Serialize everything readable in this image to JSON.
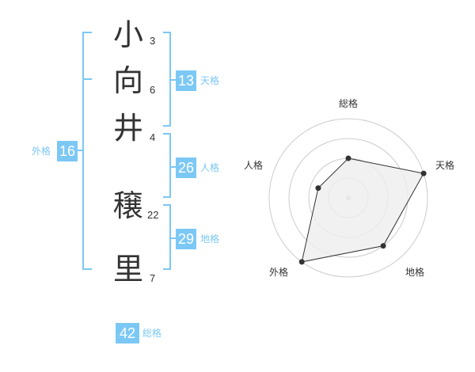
{
  "name": {
    "characters": [
      {
        "char": "小",
        "strokes": "3"
      },
      {
        "char": "向",
        "strokes": "6"
      },
      {
        "char": "井",
        "strokes": "4"
      },
      {
        "char": "穣",
        "strokes": "22"
      },
      {
        "char": "里",
        "strokes": "7"
      }
    ]
  },
  "fortune": {
    "tenkaku": {
      "value": "13",
      "label": "天格"
    },
    "jinkaku": {
      "value": "26",
      "label": "人格"
    },
    "chikaku": {
      "value": "29",
      "label": "地格"
    },
    "gaikaku": {
      "value": "16",
      "label": "外格"
    },
    "soukaku": {
      "value": "42",
      "label": "総格"
    }
  },
  "colors": {
    "accent": "#7cc8f5",
    "radar_fill": "#eeeeee",
    "radar_line": "#333333",
    "grid": "#cccccc"
  },
  "chart_data": {
    "type": "radar",
    "axes": [
      "総格",
      "天格",
      "地格",
      "外格",
      "人格"
    ],
    "values": [
      0.5,
      1.0,
      0.75,
      1.0,
      0.4
    ],
    "max": 1.0,
    "rings": 4
  }
}
